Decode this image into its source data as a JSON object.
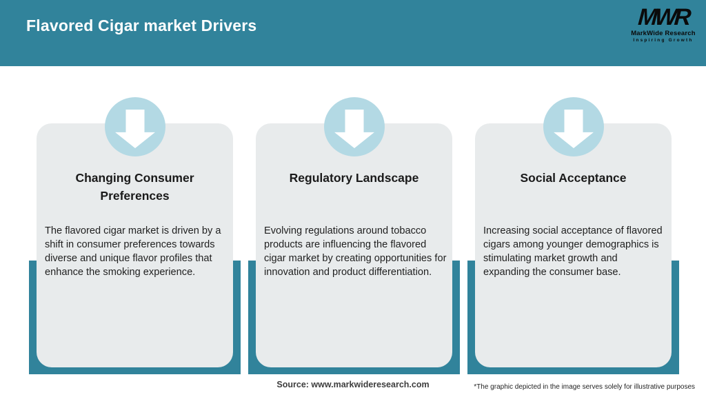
{
  "header": {
    "title": "Flavored Cigar market Drivers",
    "logo": {
      "mark": "MWR",
      "name": "MarkWide Research",
      "tagline": "Inspiring Growth"
    }
  },
  "cards": [
    {
      "icon": "down-arrow-icon",
      "title": "Changing Consumer Preferences",
      "body": "The flavored cigar market is driven by a shift in consumer preferences towards diverse and unique flavor profiles that enhance the smoking experience."
    },
    {
      "icon": "down-arrow-icon",
      "title": "Regulatory Landscape",
      "body": "Evolving regulations around tobacco products are influencing the flavored cigar market by creating opportunities for innovation and product differentiation."
    },
    {
      "icon": "down-arrow-icon",
      "title": "Social Acceptance",
      "body": "Increasing social acceptance of flavored cigars among younger demographics is stimulating market growth and expanding the consumer base."
    }
  ],
  "footer": {
    "source": "Source: www.markwideresearch.com",
    "disclaimer": "*The graphic depicted in the image serves solely for illustrative purposes"
  },
  "colors": {
    "accent": "#31839B",
    "card_bg": "#E8EBEC",
    "icon_circle": "#B3D9E4",
    "icon_arrow": "#FFFFFF"
  }
}
